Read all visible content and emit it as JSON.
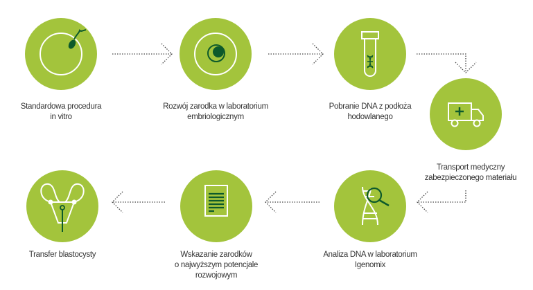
{
  "colors": {
    "circle": "#a3c43c",
    "dark": "#0d5a2b",
    "light": "#ffffff",
    "arrow": "#444444"
  },
  "steps": [
    {
      "id": "ivf",
      "icon": "sperm-egg-icon",
      "line1": "Standardowa procedura",
      "line2": "in vitro"
    },
    {
      "id": "embryo",
      "icon": "embryo-icon",
      "line1": "Rozwój zarodka w laboratorium",
      "line2": "embriologicznym"
    },
    {
      "id": "dna-sample",
      "icon": "test-tube-dna-icon",
      "line1": "Pobranie DNA z podłoża",
      "line2": "hodowlanego"
    },
    {
      "id": "transport",
      "icon": "ambulance-truck-icon",
      "line1": "Transport medyczny",
      "line2": "zabezpieczonego materiału"
    },
    {
      "id": "analysis",
      "icon": "dna-magnifier-icon",
      "line1": "Analiza DNA w laboratorium",
      "line2": "Igenomix"
    },
    {
      "id": "selection",
      "icon": "document-icon",
      "line1": "Wskazanie zarodków",
      "line2": "o najwyższym potencjale",
      "line3": "rozwojowym"
    },
    {
      "id": "transfer",
      "icon": "uterus-icon",
      "line1": "Transfer blastocysty"
    }
  ]
}
